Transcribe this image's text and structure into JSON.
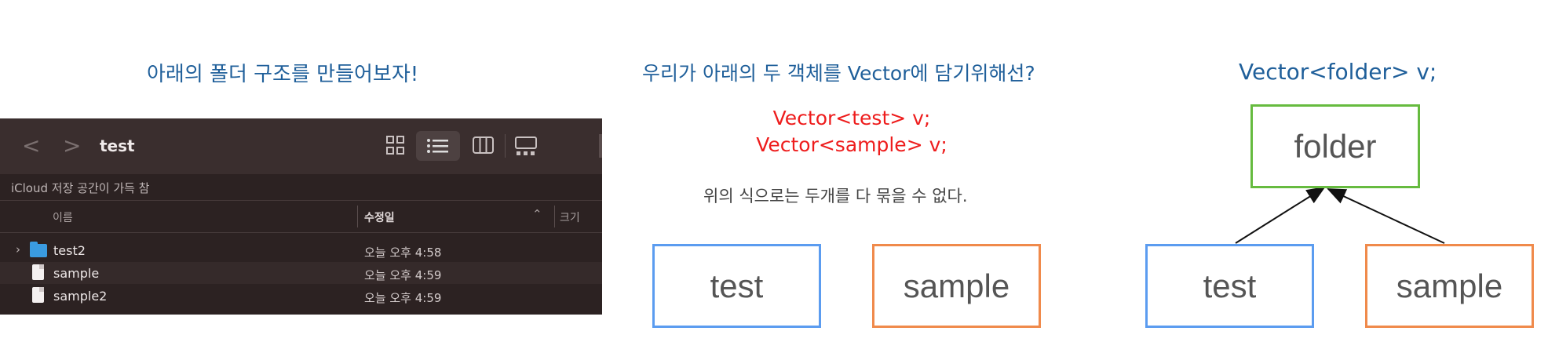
{
  "colors": {
    "heading_blue": "#1f5f9a",
    "note_red": "#ee1c1c",
    "box_blue": "#5b9cf0",
    "box_orange": "#f08a4b",
    "box_green": "#66bb3f"
  },
  "left": {
    "heading": "아래의 폴더 구조를 만들어보자!",
    "finder": {
      "title": "test",
      "icloud_notice": "iCloud 저장 공간이 가득 참",
      "columns": {
        "name": "이름",
        "date": "수정일",
        "size": "크기"
      },
      "rows": [
        {
          "name": "test2",
          "date": "오늘 오후 4:58",
          "kind": "folder"
        },
        {
          "name": "sample",
          "date": "오늘 오후 4:59",
          "kind": "file"
        },
        {
          "name": "sample2",
          "date": "오늘 오후 4:59",
          "kind": "file"
        }
      ]
    }
  },
  "middle": {
    "heading": "우리가 아래의 두 객체를 Vector에 담기위해선?",
    "code_line1": "Vector<test> v;",
    "code_line2": "Vector<sample> v;",
    "note": "위의 식으로는 두개를 다 묶을 수 없다.",
    "box_left": "test",
    "box_right": "sample"
  },
  "right": {
    "heading": "Vector<folder> v;",
    "parent": "folder",
    "child_left": "test",
    "child_right": "sample"
  }
}
